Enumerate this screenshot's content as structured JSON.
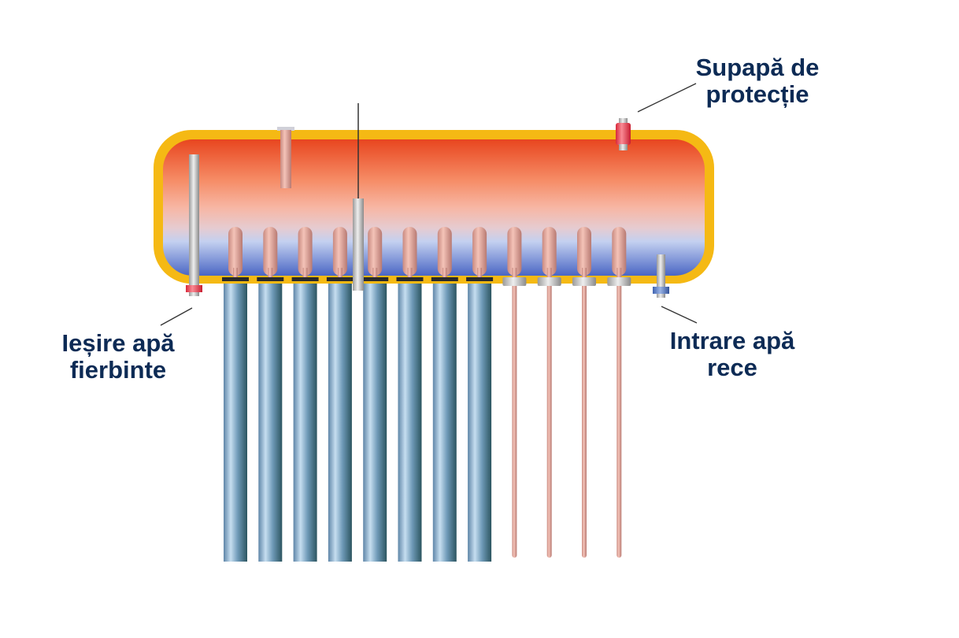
{
  "labels": {
    "safety_valve": [
      "Supapă de",
      "protecție"
    ],
    "hot_water_outlet": [
      "Ieșire apă",
      "fierbinte"
    ],
    "cold_water_inlet": [
      "Intrare apă",
      "rece"
    ]
  },
  "components": {
    "evacuated_tubes_count": 8,
    "heat_pipes_exposed_count": 4
  },
  "colors": {
    "label_text": "#0d2b55",
    "tank_shell": "#f5b914",
    "hot_water": "#e8461f",
    "cold_water": "#4c6cc8"
  }
}
